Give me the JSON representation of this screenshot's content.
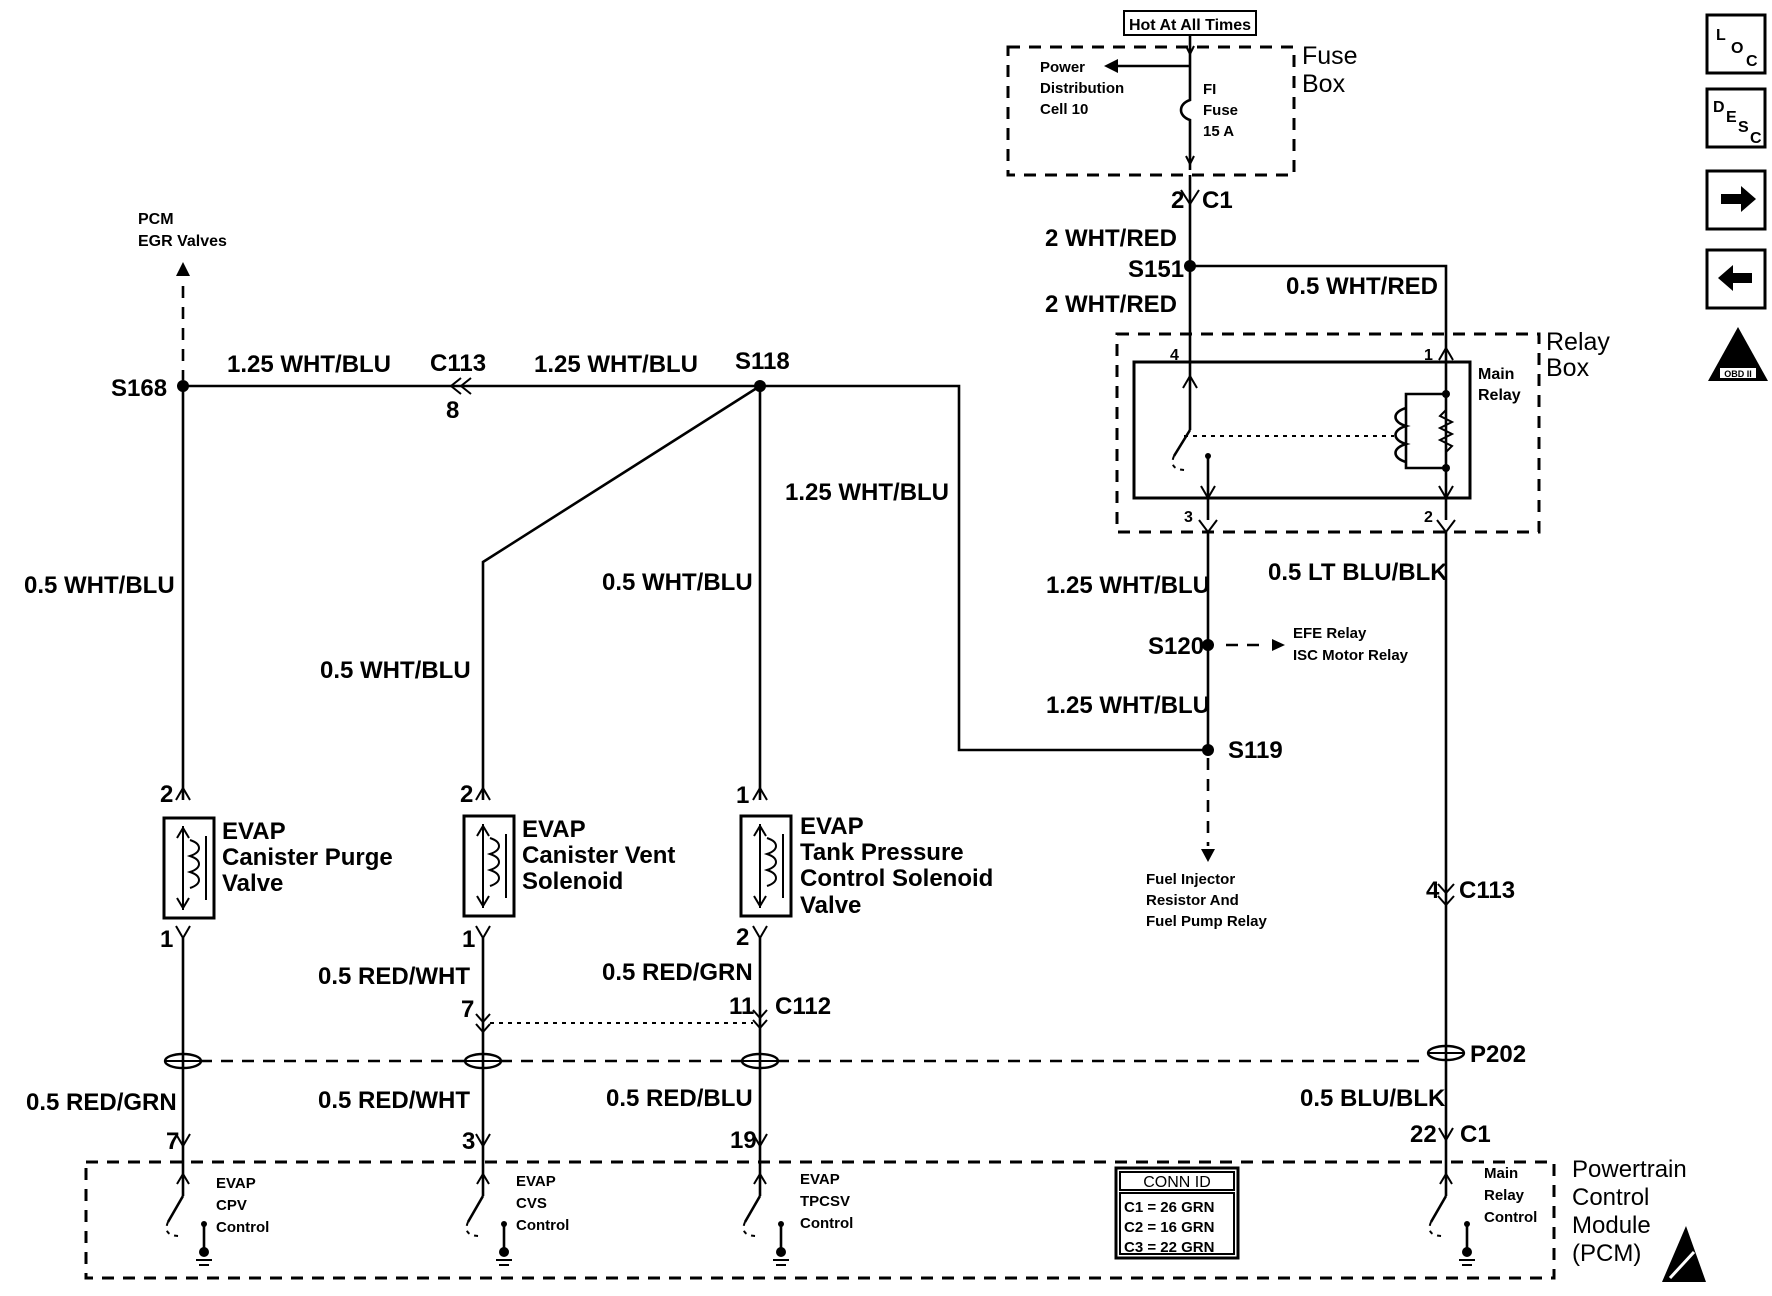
{
  "top": {
    "hot_label": "Hot At All Times",
    "fuse_box_1": "Fuse",
    "fuse_box_2": "Box",
    "pdc_1": "Power",
    "pdc_2": "Distribution",
    "pdc_3": "Cell 10",
    "fuse_1": "FI",
    "fuse_2": "Fuse",
    "fuse_3": "15 A"
  },
  "splices": {
    "s151": "S151",
    "s168": "S168",
    "s118": "S118",
    "s120": "S120",
    "s119": "S119"
  },
  "connectors": {
    "c1_pin_top": "2",
    "c1_top": "C1",
    "c113": "C113",
    "c113_pin": "8",
    "c113_right": "C113",
    "c113_right_pin": "4",
    "c112": "C112",
    "c112_pin_left": "7",
    "c112_pin_right": "11",
    "p202": "P202",
    "c1_bottom": "C1",
    "pcm_pin_a": "7",
    "pcm_pin_b": "3",
    "pcm_pin_c": "19",
    "pcm_pin_d": "22"
  },
  "wires": {
    "w_2whtred_a": "2 WHT/RED",
    "w_2whtred_b": "2 WHT/RED",
    "w_05whtred": "0.5 WHT/RED",
    "w_125whtblu_a": "1.25 WHT/BLU",
    "w_125whtblu_b": "1.25 WHT/BLU",
    "w_125whtblu_c": "1.25 WHT/BLU",
    "w_125whtblu_d": "1.25 WHT/BLU",
    "w_125whtblu_e": "1.25 WHT/BLU",
    "w_05whtblu_a": "0.5 WHT/BLU",
    "w_05whtblu_b": "0.5 WHT/BLU",
    "w_05whtblu_c": "0.5 WHT/BLU",
    "w_05ltblublk": "0.5 LT BLU/BLK",
    "w_05redwht_a": "0.5 RED/WHT",
    "w_05redgrn_a": "0.5 RED/GRN",
    "w_05redgrn_b": "0.5 RED/GRN",
    "w_05redwht_b": "0.5 RED/WHT",
    "w_05redblu": "0.5 RED/BLU",
    "w_05blublk": "0.5 BLU/BLK"
  },
  "relay": {
    "box_1": "Relay",
    "box_2": "Box",
    "main_1": "Main",
    "main_2": "Relay",
    "pin_4": "4",
    "pin_1": "1",
    "pin_3": "3",
    "pin_2": "2"
  },
  "refs": {
    "pcm_egr_1": "PCM",
    "pcm_egr_2": "EGR Valves",
    "efe_1": "EFE Relay",
    "efe_2": "ISC Motor Relay",
    "fuel_1": "Fuel Injector",
    "fuel_2": "Resistor And",
    "fuel_3": "Fuel Pump Relay"
  },
  "components": {
    "cpv_pin_top": "2",
    "cpv_pin_bot": "1",
    "cpv_1": "EVAP",
    "cpv_2": "Canister Purge",
    "cpv_3": "Valve",
    "cvs_pin_top": "2",
    "cvs_pin_bot": "1",
    "cvs_1": "EVAP",
    "cvs_2": "Canister Vent",
    "cvs_3": "Solenoid",
    "tpc_pin_top": "1",
    "tpc_pin_bot": "2",
    "tpc_1": "EVAP",
    "tpc_2": "Tank Pressure",
    "tpc_3": "Control Solenoid",
    "tpc_4": "Valve"
  },
  "pcm": {
    "title_1": "Powertrain",
    "title_2": "Control",
    "title_3": "Module",
    "title_4": "(PCM)",
    "cpv_1": "EVAP",
    "cpv_2": "CPV",
    "cpv_3": "Control",
    "cvs_1": "EVAP",
    "cvs_2": "CVS",
    "cvs_3": "Control",
    "tpcsv_1": "EVAP",
    "tpcsv_2": "TPCSV",
    "tpcsv_3": "Control",
    "mrc_1": "Main",
    "mrc_2": "Relay",
    "mrc_3": "Control",
    "conn_id_title": "CONN ID",
    "conn_c1": "C1 = 26 GRN",
    "conn_c2": "C2 = 16 GRN",
    "conn_c3": "C3 = 22 GRN"
  },
  "nav": {
    "loc_1": "L",
    "loc_2": "O",
    "loc_3": "C",
    "desc_1": "D",
    "desc_2": "E",
    "desc_3": "S",
    "desc_4": "C",
    "obd": "OBD II"
  }
}
